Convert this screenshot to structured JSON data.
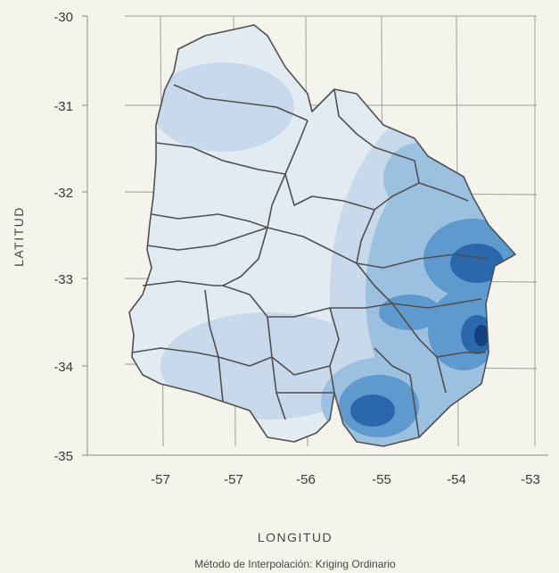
{
  "chart_data": {
    "type": "heatmap",
    "title": "",
    "xlabel": "LONGITUD",
    "ylabel": "LATITUD",
    "x_tick_labels": [
      "-57",
      "-57",
      "-56",
      "-55",
      "-54",
      "-53"
    ],
    "y_tick_labels": [
      "-30",
      "-31",
      "-32",
      "-33",
      "-34",
      "-35"
    ],
    "xlim": [
      -57.5,
      -53
    ],
    "ylim": [
      -35,
      -30
    ],
    "caption": "Método de Interpolación: Kriging Ordinario",
    "colors": {
      "lightest": "#e3ebf2",
      "light": "#c7d9ea",
      "medium": "#9cc0e0",
      "strong": "#5e9acd",
      "dark": "#2a67ab",
      "darkest": "#123f7f",
      "border": "#505050",
      "grid": "#9a9a9a"
    }
  }
}
